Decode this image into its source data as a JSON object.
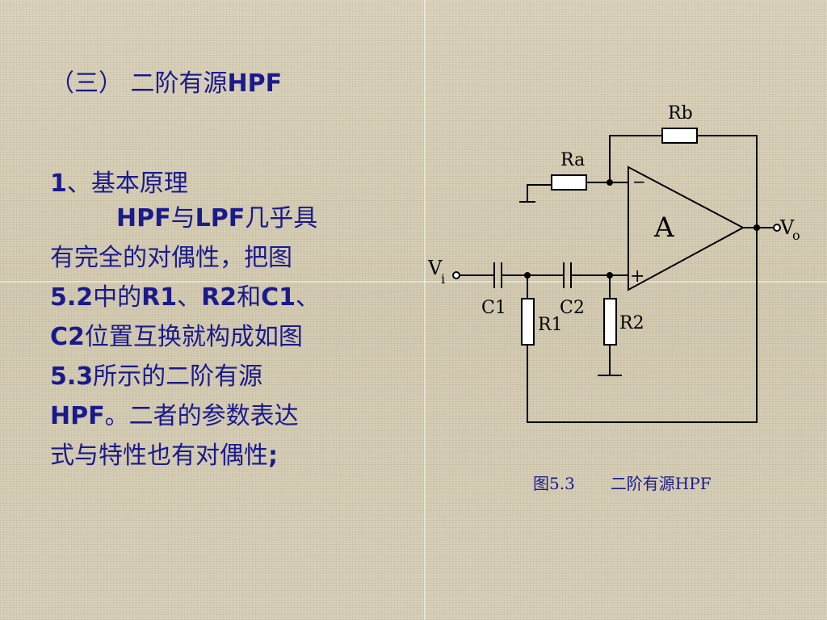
{
  "slide": {
    "title": {
      "prefix": "（三） 二阶有源",
      "bold": "HPF"
    },
    "heading": {
      "num": "1",
      "text": "、基本原理"
    },
    "paragraph": [
      [
        {
          "b": "HPF"
        },
        {
          "t": "与"
        },
        {
          "b": "LPF"
        },
        {
          "t": "几乎具"
        }
      ],
      [
        {
          "t": "有完全的对偶性，把图"
        }
      ],
      [
        {
          "b": "5.2"
        },
        {
          "t": "中的"
        },
        {
          "b": "R1"
        },
        {
          "t": "、"
        },
        {
          "b": "R2"
        },
        {
          "t": "和"
        },
        {
          "b": "C1"
        },
        {
          "t": "、"
        }
      ],
      [
        {
          "b": "C2"
        },
        {
          "t": "位置互换就构成如图"
        }
      ],
      [
        {
          "b": "5.3"
        },
        {
          "t": "所示的二阶有源"
        }
      ],
      [
        {
          "b": "HPF"
        },
        {
          "t": "。二者的参数表达"
        }
      ],
      [
        {
          "t": "式与特性也有对偶性"
        },
        {
          "b": ";"
        }
      ]
    ]
  },
  "figure": {
    "labels": {
      "rb": "Rb",
      "ra": "Ra",
      "amp": "A",
      "minus": "−",
      "plus": "+",
      "vo_main": "V",
      "vo_sub": "o",
      "vi_main": "V",
      "vi_sub": "i",
      "c1": "C1",
      "c2": "C2",
      "r1": "R1",
      "r2": "R2"
    },
    "caption": {
      "number": "图5.3",
      "name": "二阶有源HPF"
    }
  },
  "colors": {
    "text": "#1a1a8c",
    "background": "#d8d0b8",
    "circuit": "#000000"
  }
}
